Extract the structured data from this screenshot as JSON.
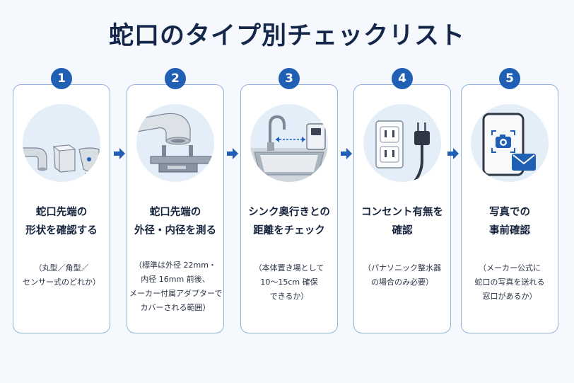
{
  "title": "蛇口のタイプ別チェックリスト",
  "steps": [
    {
      "number": "1",
      "heading": [
        "蛇口先端の",
        "形状を確認する"
      ],
      "note": [
        "（丸型／角型／",
        "センサー式のどれか）"
      ],
      "icon": "faucet-types-icon"
    },
    {
      "number": "2",
      "heading": [
        "蛇口先端の",
        "外径・内径を測る"
      ],
      "note": [
        "（標準は外径 22mm・",
        "内径 16mm 前後、",
        "メーカー付属アダプターで",
        "カバーされる範囲）"
      ],
      "icon": "caliper-measure-icon"
    },
    {
      "number": "3",
      "heading": [
        "シンク奥行きとの",
        "距離をチェック"
      ],
      "note": [
        "（本体置き場として",
        "10～15cm 確保",
        "できるか）"
      ],
      "icon": "sink-distance-icon"
    },
    {
      "number": "4",
      "heading": [
        "コンセント有無を",
        "確認"
      ],
      "note": [
        "（パナソニック整水器",
        "の場合のみ必要）"
      ],
      "icon": "power-outlet-icon"
    },
    {
      "number": "5",
      "heading": [
        "写真での",
        "事前確認"
      ],
      "note": [
        "（メーカー公式に",
        "蛇口の写真を送れる",
        "窓口があるか）"
      ],
      "icon": "phone-camera-mail-icon"
    }
  ],
  "colors": {
    "accent": "#1f5fb4",
    "card_border": "#8fb3de",
    "circle_bg": "#e4eef9",
    "title": "#14264a"
  }
}
